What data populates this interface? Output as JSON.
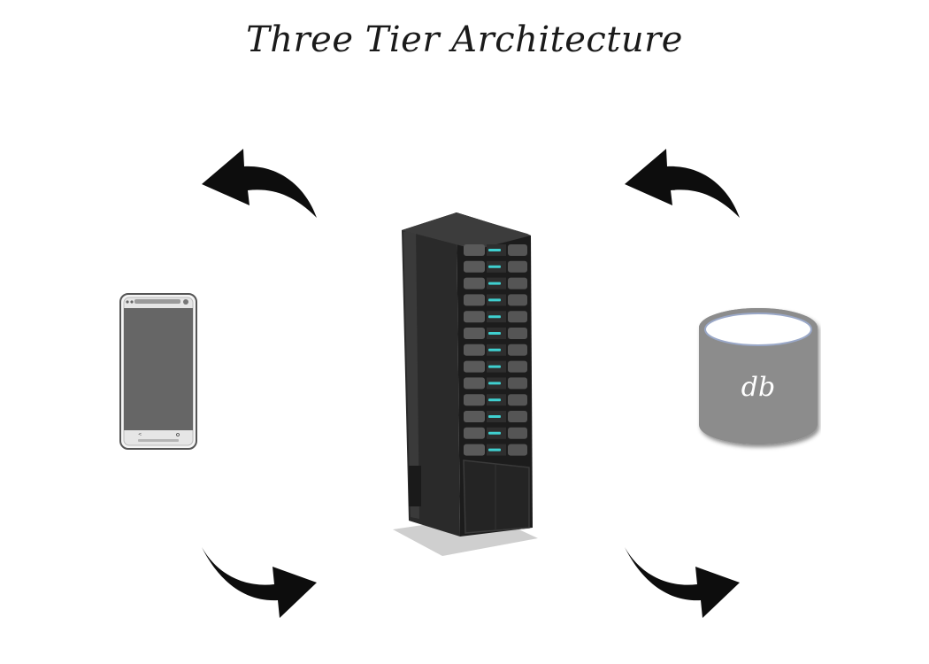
{
  "title": "Three Tier Architecture",
  "nodes": {
    "client": {
      "icon": "smartphone-icon"
    },
    "server": {
      "icon": "server-rack-icon",
      "accent": "#3fd0d0"
    },
    "database": {
      "icon": "database-icon",
      "label": "db",
      "fill": "#8c8c8c"
    }
  },
  "arrows": [
    {
      "name": "server-to-client-arrow",
      "icon": "curved-arrow-left-icon"
    },
    {
      "name": "db-to-server-arrow",
      "icon": "curved-arrow-left-icon"
    },
    {
      "name": "client-to-server-arrow",
      "icon": "curved-arrow-right-icon"
    },
    {
      "name": "server-to-db-arrow",
      "icon": "curved-arrow-right-icon"
    }
  ],
  "colors": {
    "arrow": "#0d0d0d",
    "background": "#ffffff"
  }
}
